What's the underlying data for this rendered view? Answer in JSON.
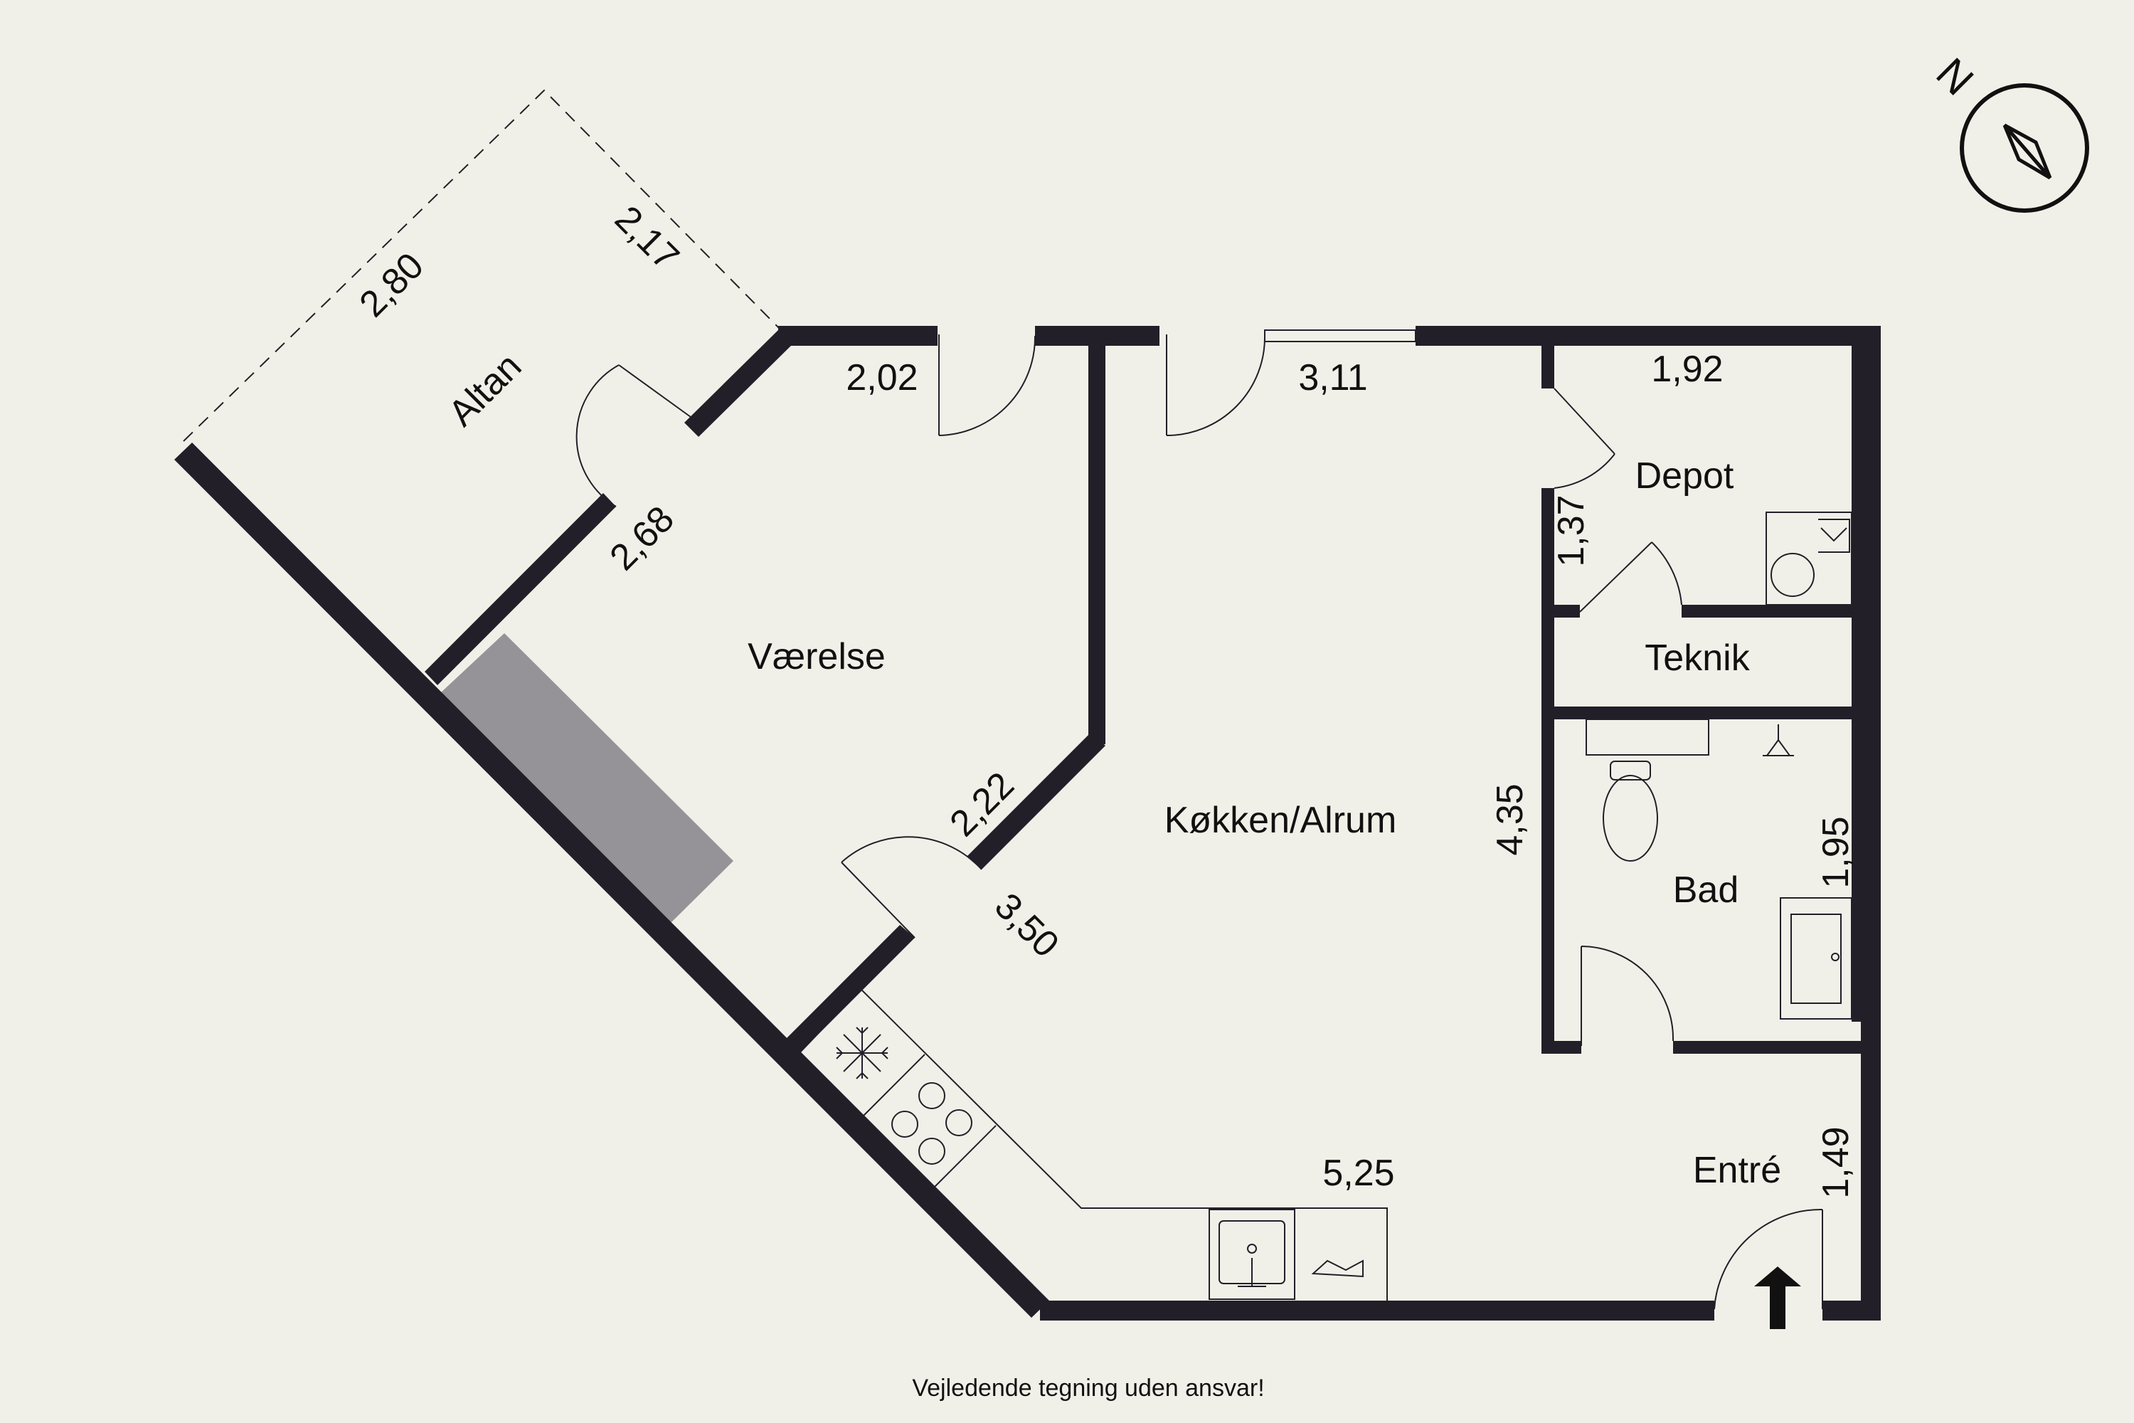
{
  "rooms": {
    "altan": "Altan",
    "vaerelse": "Værelse",
    "kokken": "Køkken/Alrum",
    "depot": "Depot",
    "teknik": "Teknik",
    "bad": "Bad",
    "entre": "Entré"
  },
  "dimensions": {
    "d280": "2,80",
    "d217": "2,17",
    "d202": "2,02",
    "d268": "2,68",
    "d311": "3,11",
    "d192": "1,92",
    "d137": "1,37",
    "d435": "4,35",
    "d195": "1,95",
    "d222": "2,22",
    "d350": "3,50",
    "d525": "5,25",
    "d149": "1,49"
  },
  "compass": {
    "north_label": "N"
  },
  "disclaimer": "Vejledende tegning uden ansvar!",
  "colors": {
    "background": "#f1f0e8",
    "wall": "#231f29",
    "chimney": "#969398"
  }
}
